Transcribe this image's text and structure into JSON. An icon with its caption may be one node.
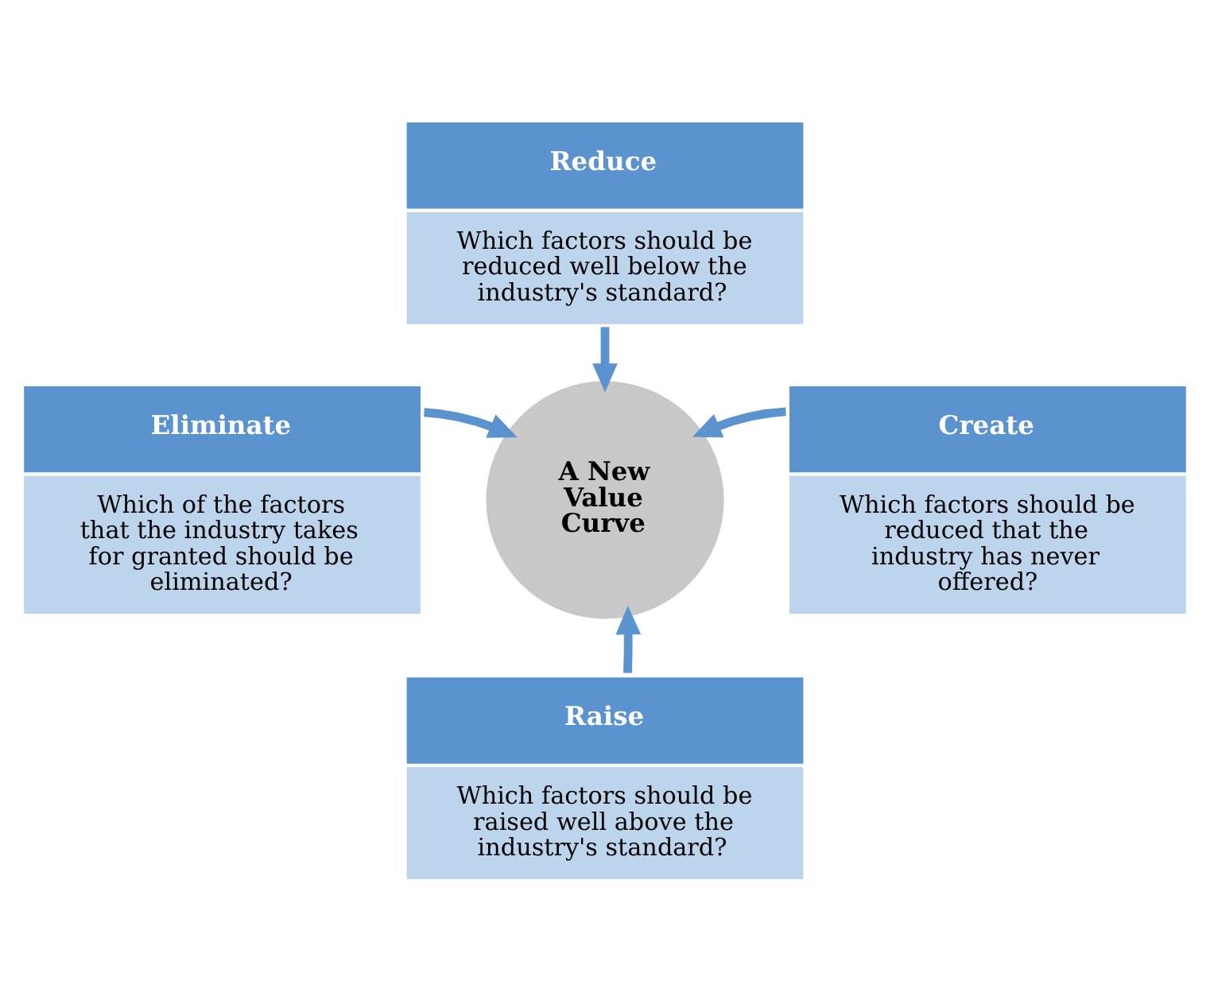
{
  "diagram": {
    "nodes": [
      {
        "text": [
          "Reduce",
          "Which factors should be reduced well below the industry's standard?"
        ]
      },
      {
        "text": [
          "Eliminate",
          "Which of the factors that the industry takes for granted should be eliminated?"
        ]
      },
      {
        "text": [
          "A New Value Curve"
        ]
      },
      {
        "text": [
          "Create",
          "Which factors should be reduced that the industry has never offered?"
        ]
      },
      {
        "text": [
          "Raise",
          "Which factors should be raised well above the industry's standard?"
        ]
      }
    ],
    "edges": [
      {
        "from": 0,
        "to": 2,
        "arrow": "to"
      },
      {
        "from": 1,
        "to": 2,
        "arrow": "to"
      },
      {
        "from": 3,
        "to": 2,
        "arrow": "to"
      },
      {
        "from": 4,
        "to": 2,
        "arrow": "to"
      }
    ]
  }
}
